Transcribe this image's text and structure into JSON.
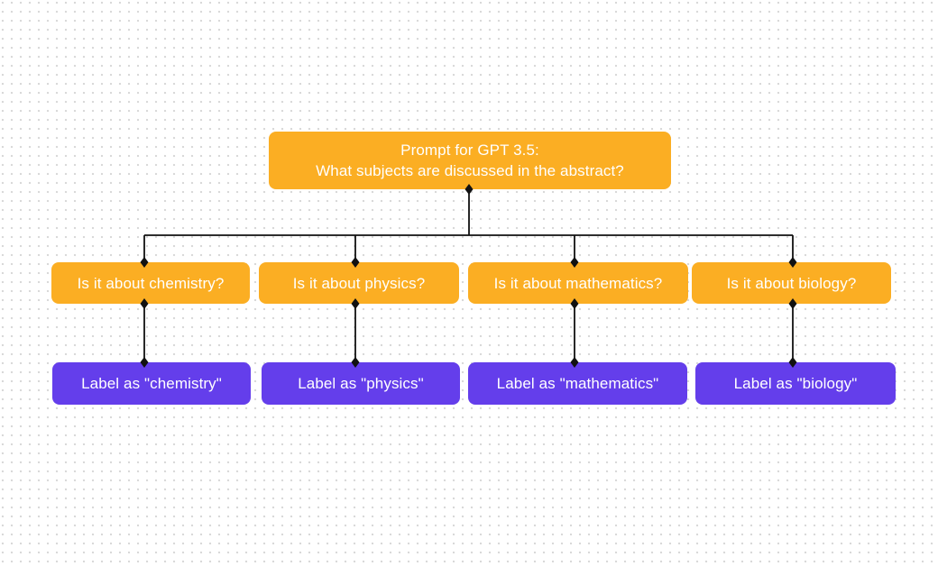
{
  "canvas": {
    "background_color": "#ffffff",
    "dot_grid_color": "#d9d9d9"
  },
  "colors": {
    "question_node_fill": "#fbae23",
    "label_node_fill": "#643eeb",
    "node_text_color": "#ffffff",
    "connector_color": "#111111"
  },
  "flowchart": {
    "root": {
      "text": "Prompt for GPT 3.5:\nWhat subjects are discussed in the abstract?"
    },
    "questions": [
      {
        "text": "Is it about chemistry?"
      },
      {
        "text": "Is it about physics?"
      },
      {
        "text": "Is it about mathematics?"
      },
      {
        "text": "Is it about biology?"
      }
    ],
    "labels": [
      {
        "text": "Label as \"chemistry\""
      },
      {
        "text": "Label as \"physics\""
      },
      {
        "text": "Label as \"mathematics\""
      },
      {
        "text": "Label as \"biology\""
      }
    ]
  }
}
